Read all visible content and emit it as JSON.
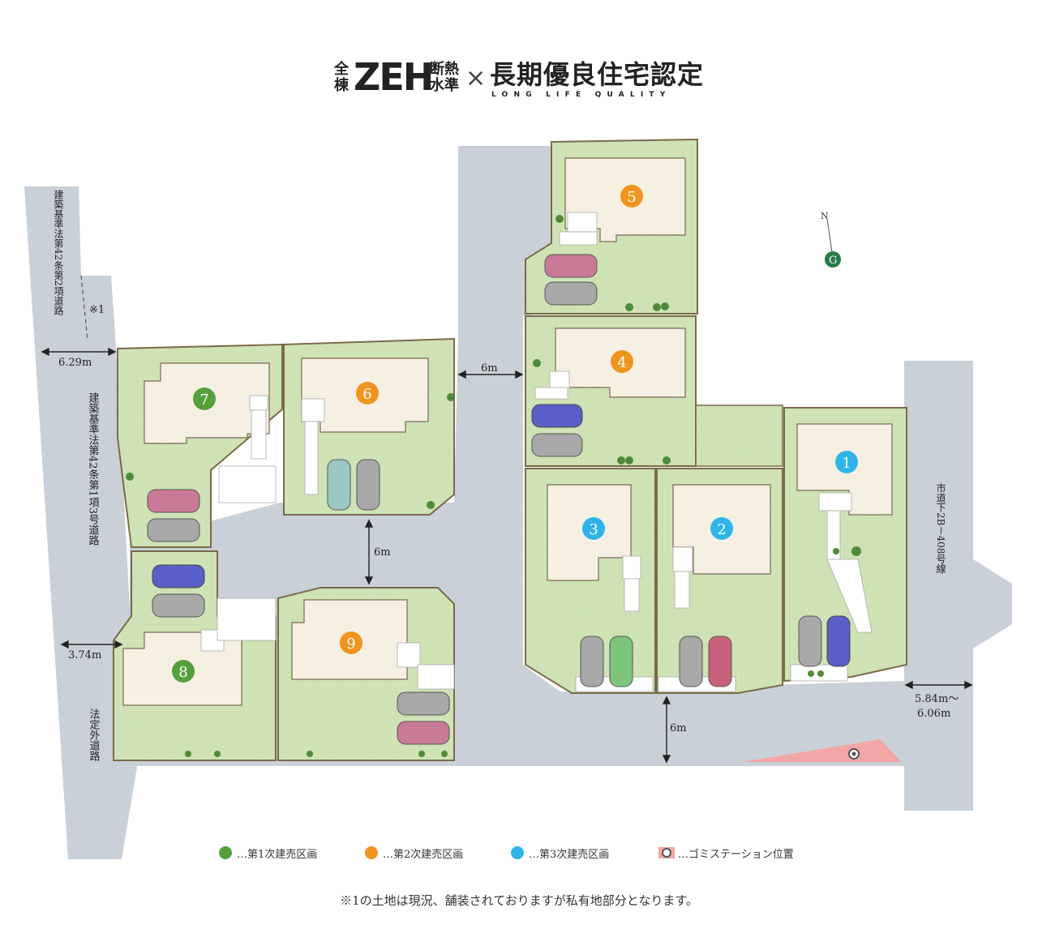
{
  "header": {
    "zen": "全棟",
    "zeh": "ZEH",
    "dannetsu": "断熱水準",
    "cross": "×",
    "choki": "長期優良住宅認定",
    "subtitle": "LONG LIFE QUALITY"
  },
  "compass": {
    "north": "N"
  },
  "colors": {
    "phase1": "#56a03c",
    "phase2": "#ef941e",
    "phase3": "#2fb4ea",
    "garbage": "#f3a6a6",
    "road": "#c9d0d8",
    "lot": "#cfe3b6"
  },
  "lots": [
    {
      "number": "1",
      "phase": 3
    },
    {
      "number": "2",
      "phase": 3
    },
    {
      "number": "3",
      "phase": 3
    },
    {
      "number": "4",
      "phase": 2
    },
    {
      "number": "5",
      "phase": 2
    },
    {
      "number": "6",
      "phase": 2
    },
    {
      "number": "7",
      "phase": 1
    },
    {
      "number": "8",
      "phase": 1
    },
    {
      "number": "9",
      "phase": 2
    }
  ],
  "roads": {
    "left_top": "建築基準法第42条第2項道路",
    "left_top_note": "※1",
    "left_top_width": "6.29m",
    "left_mid": "建築基準法第42条第1項3号道路",
    "left_bottom_width": "3.74m",
    "left_bottom": "法定外道路",
    "right": "市道下2B－408号線",
    "right_width_1": "5.84m～",
    "right_width_2": "6.06m",
    "width_top": "6m",
    "width_mid": "6m",
    "width_bottom": "6m"
  },
  "legend": [
    {
      "label": "…第1次建売区画",
      "color": "#56a03c"
    },
    {
      "label": "…第2次建売区画",
      "color": "#ef941e"
    },
    {
      "label": "…第3次建売区画",
      "color": "#2fb4ea"
    },
    {
      "label": "…ゴミステーション位置",
      "color": "#f3a6a6"
    }
  ],
  "note": "※1の土地は現況、舗装されておりますが私有地部分となります。"
}
